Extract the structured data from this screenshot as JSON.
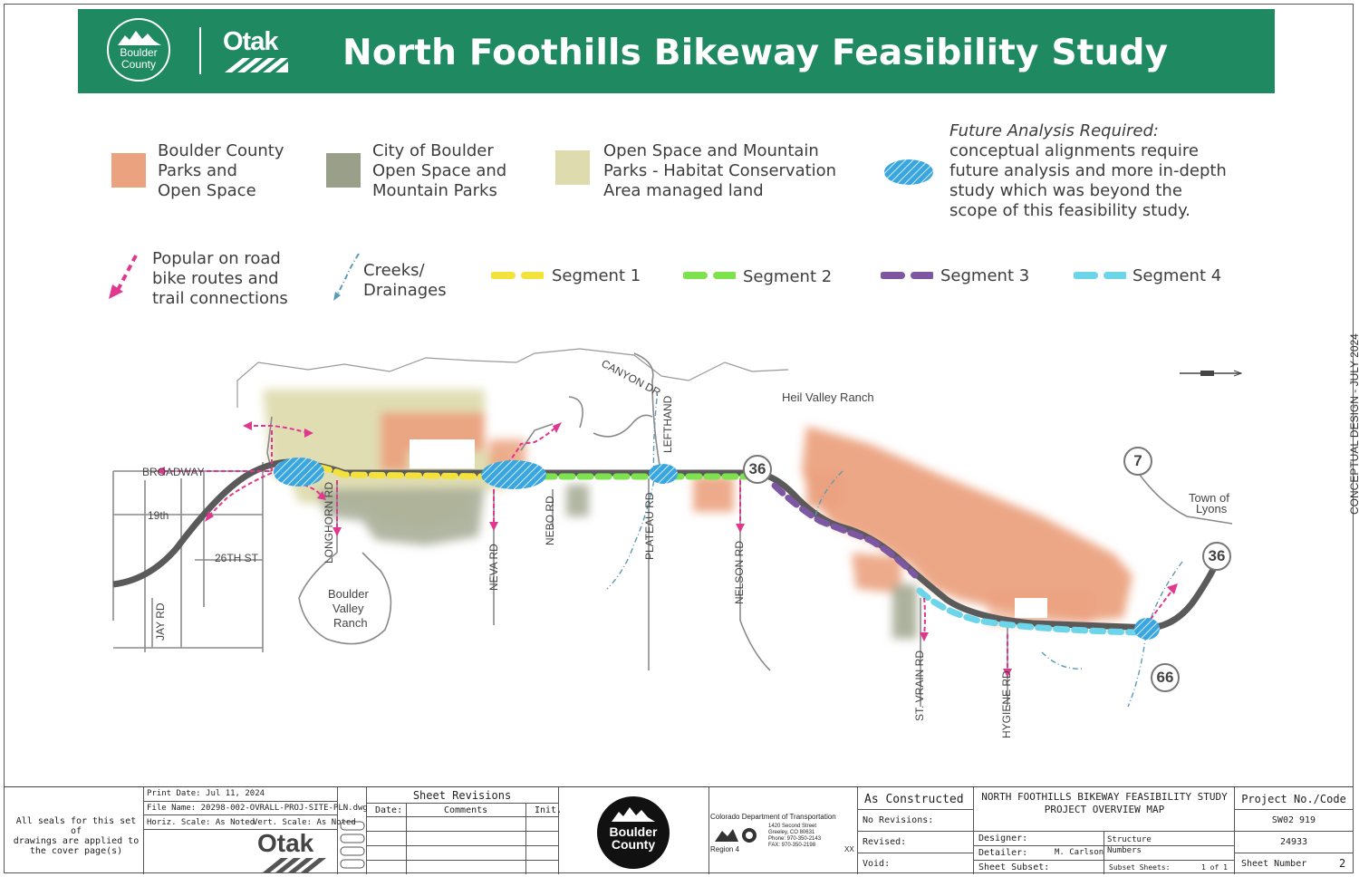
{
  "header": {
    "title": "North Foothills Bikeway Feasibility Study",
    "boulder_logo_line1": "Boulder",
    "boulder_logo_line2": "County",
    "otak_logo": "Otak",
    "colors": {
      "bar": "#1f8a62",
      "text": "#ffffff"
    }
  },
  "legend": {
    "boulder_county": {
      "lines": [
        "Boulder County",
        "Parks and",
        "Open Space"
      ],
      "color": "#eba27f"
    },
    "city_osmp": {
      "lines": [
        "City of Boulder",
        "Open Space and",
        "Mountain Parks"
      ],
      "color": "#999f88"
    },
    "osmp_habitat": {
      "lines": [
        "Open Space and Mountain",
        "Parks - Habitat Conservation",
        "Area managed land"
      ],
      "color": "#dedbaf"
    },
    "future": {
      "heading": "Future Analysis Required:",
      "lines": [
        "conceptual alignments require",
        "future analysis and more in-depth",
        "study which was beyond the",
        "scope of this feasibility study."
      ],
      "color": "#3aa6e0"
    },
    "popular": {
      "lines": [
        "Popular on road",
        "bike routes and",
        "trail connections"
      ],
      "color": "#e0388e"
    },
    "creeks": {
      "lines": [
        "Creeks/",
        "Drainages"
      ],
      "color": "#5b9bb6"
    },
    "segments": [
      {
        "label": "Segment 1",
        "color": "#f4e23c"
      },
      {
        "label": "Segment 2",
        "color": "#7ee24e"
      },
      {
        "label": "Segment 3",
        "color": "#7e57a3"
      },
      {
        "label": "Segment 4",
        "color": "#6cd5ea"
      }
    ]
  },
  "map": {
    "places": {
      "heil_valley": "Heil Valley Ranch",
      "town_lyons_1": "Town of",
      "town_lyons_2": "Lyons",
      "boulder_valley_1": "Boulder",
      "boulder_valley_2": "Valley",
      "boulder_valley_3": "Ranch"
    },
    "roads": {
      "broadway": "BROADWAY",
      "nineteenth": "19th",
      "twentysixth": "26TH ST",
      "jay": "JAY RD",
      "longhorn": "LONGHORN RD",
      "neva": "NEVA RD",
      "nebo": "NEBO RD",
      "plateau": "PLATEAU RD",
      "lefthand": "LEFTHAND",
      "canyon": "CANYON DR",
      "nelson": "NELSON RD",
      "st_vrain": "ST. VRAIN RD",
      "hygiene": "HYGIENE RD"
    },
    "shields": {
      "us36a": "36",
      "sh7": "7",
      "us36b": "36",
      "sh66": "66"
    },
    "colors": {
      "road": "#5a5a5a",
      "roads_minor": "#7a7a7a",
      "creek": "#5b9bb6"
    }
  },
  "side_text": "CONCEPTUAL DESIGN - JULY 2024",
  "title_block": {
    "seals": [
      "All seals for this set of",
      "drawings are applied to",
      "the cover page(s)"
    ],
    "print_date": "Print Date: Jul 11, 2024",
    "file_name": "File Name: 20298-002-OVRALL-PROJ-SITE-PLN.dwg",
    "horiz_scale": "Horiz. Scale: As Noted",
    "vert_scale": "Vert. Scale: As Noted",
    "otak_logo": "Otak",
    "sheet_revisions": "Sheet Revisions",
    "rev_date": "Date:",
    "rev_comments": "Comments",
    "rev_init": "Init.",
    "county_logo_1": "Boulder",
    "county_logo_2": "County",
    "cdot_name": "Colorado Department of Transportation",
    "cdot_addr": [
      "1420 Second Street",
      "Greeley, CO 80631",
      "Phone: 970-350-2143",
      "FAX: 970-350-2198"
    ],
    "cdot_region": "Region 4",
    "cdot_xx": "XX",
    "as_constructed": "As Constructed",
    "no_revisions": "No Revisions:",
    "revised": "Revised:",
    "void": "Void:",
    "project_title_1": "NORTH FOOTHILLS BIKEWAY FEASIBILITY STUDY",
    "project_title_2": "PROJECT OVERVIEW MAP",
    "designer": "Designer:",
    "detailer": "Detailer:",
    "detailer_name": "M. Carlson",
    "sheet_subset": "Sheet Subset:",
    "structure": "Structure",
    "numbers": "Numbers",
    "subset_sheets": "Subset Sheets:",
    "subset_value": "1 of 1",
    "project_no_label": "Project No./Code",
    "project_no": "SW02 919",
    "project_code": "24933",
    "sheet_number_label": "Sheet Number",
    "sheet_number": "2"
  }
}
